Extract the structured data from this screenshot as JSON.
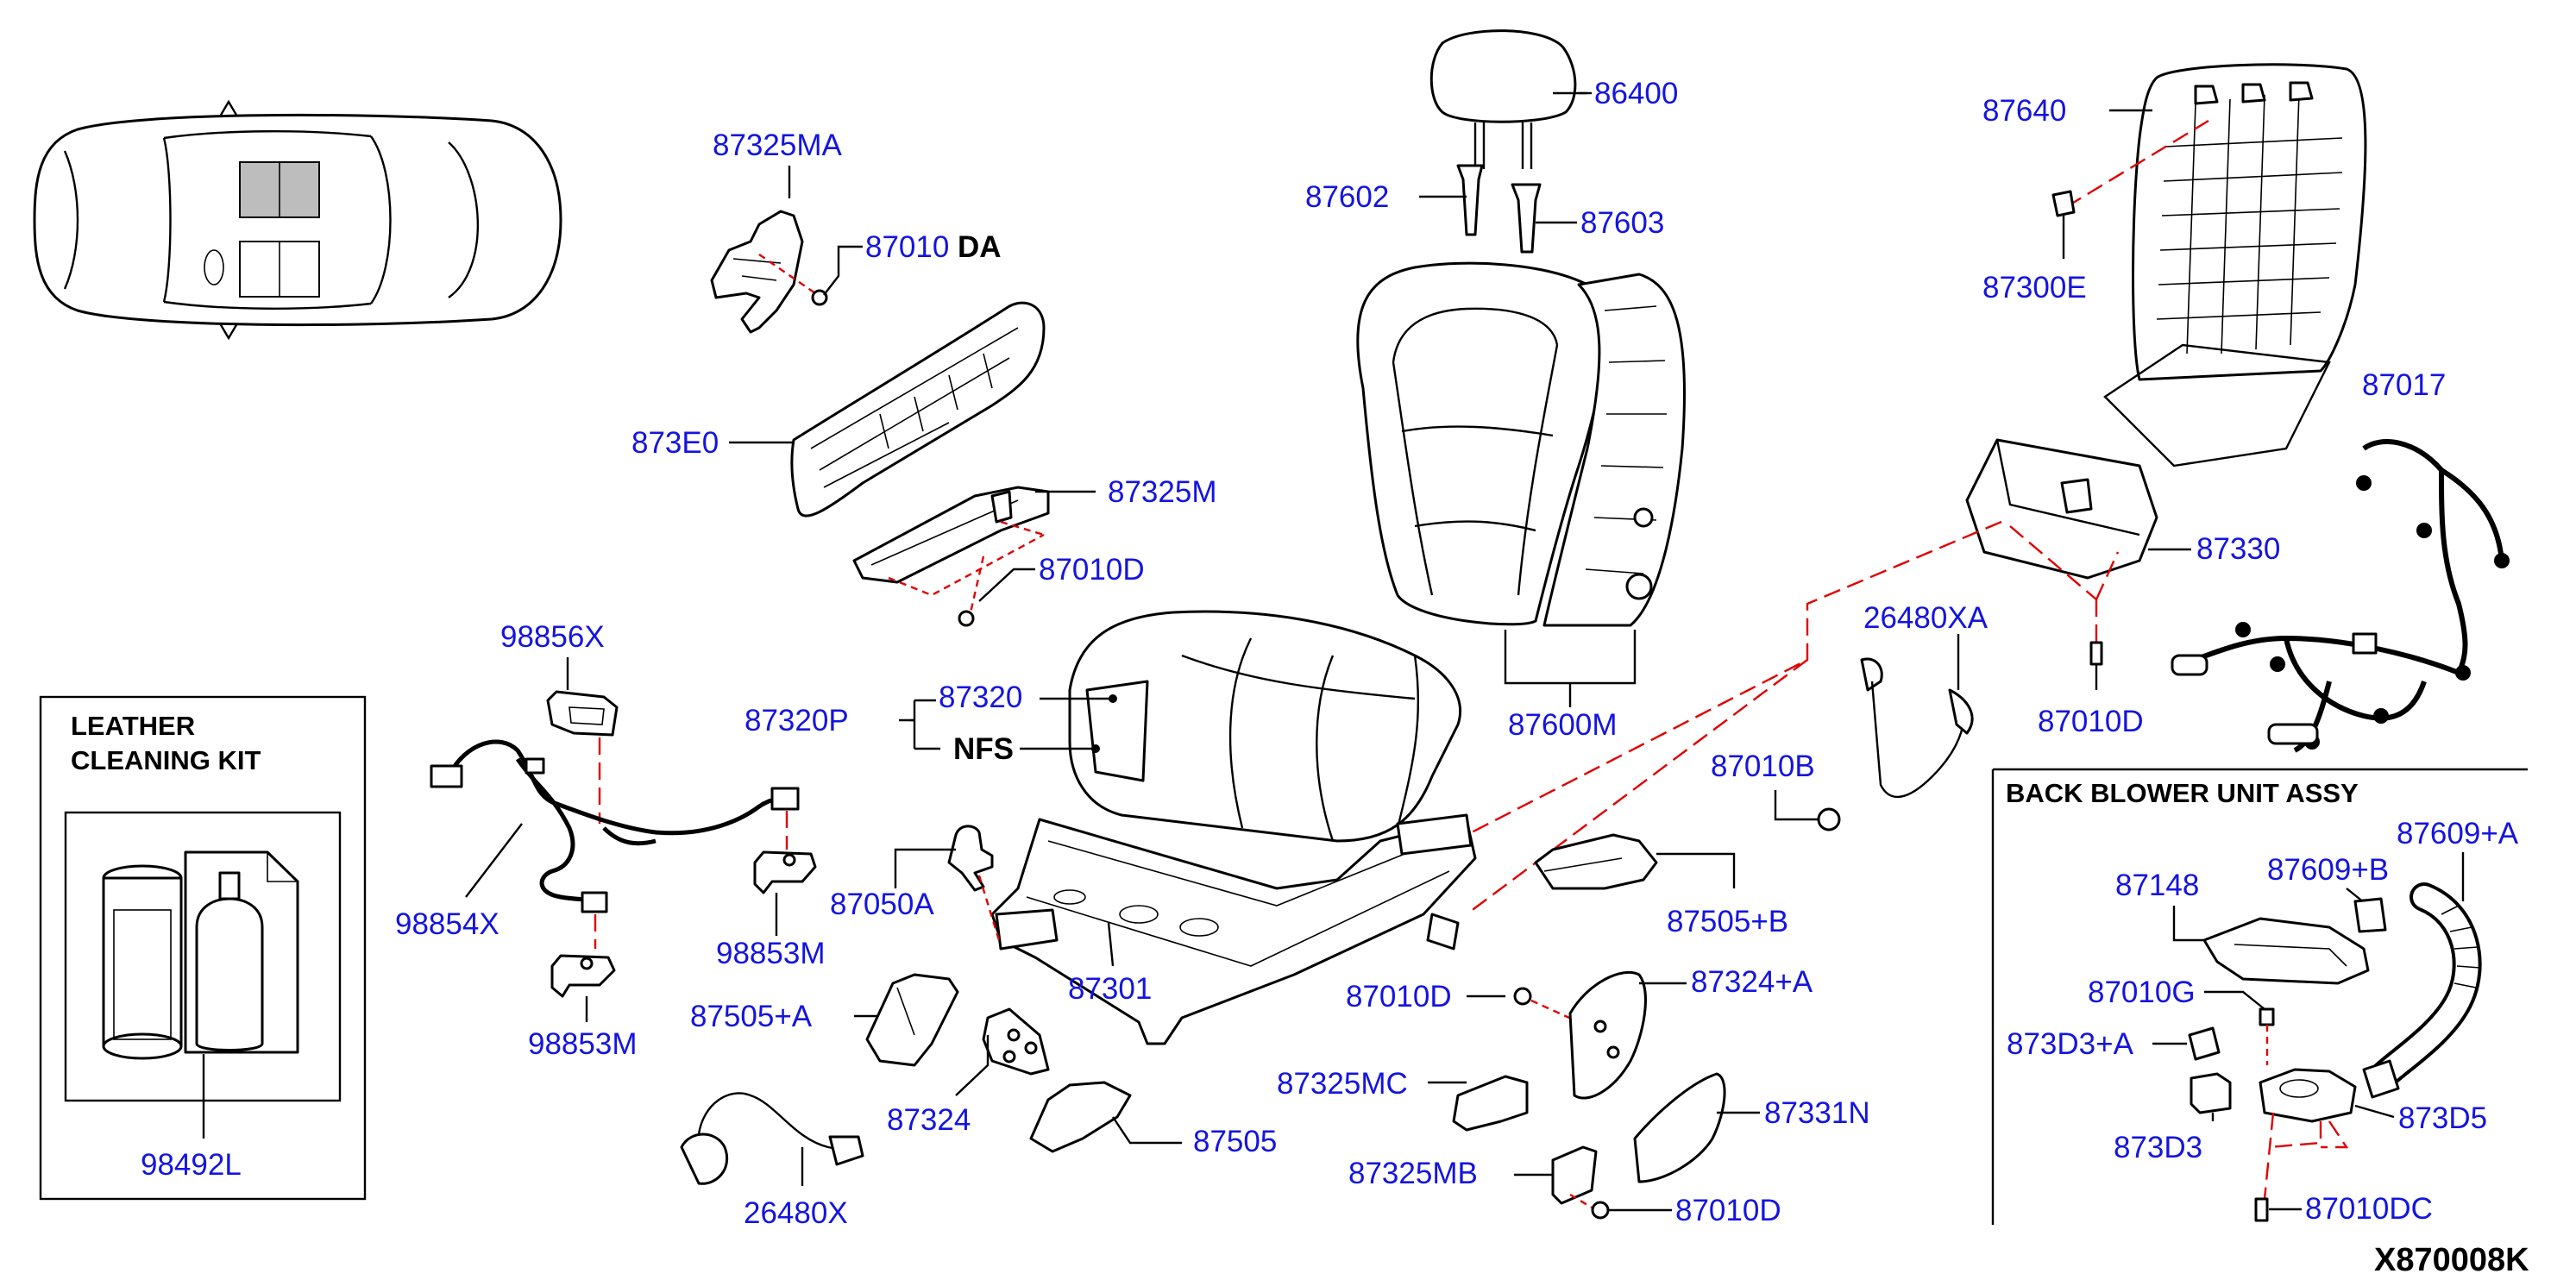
{
  "diagram": {
    "reference_code": "X870008K",
    "labels": {
      "p87325MA": "87325MA",
      "p87010DA_num": "87010",
      "p87010DA_suffix": "DA",
      "p873E0": "873E0",
      "p87325M": "87325M",
      "p87010D_a": "87010D",
      "p86400": "86400",
      "p87602": "87602",
      "p87603": "87603",
      "p87600M": "87600M",
      "p87640": "87640",
      "p87300E": "87300E",
      "p87017": "87017",
      "p87330": "87330",
      "p87010D_b": "87010D",
      "p26480XA": "26480XA",
      "p87010B": "87010B",
      "p98856X": "98856X",
      "p98854X": "98854X",
      "p98853M_a": "98853M",
      "p98853M_b": "98853M",
      "p87320P": "87320P",
      "p87320": "87320",
      "pNFS": "NFS",
      "p87050A": "87050A",
      "p87301": "87301",
      "p87505A": "87505+A",
      "p87324": "87324",
      "p87505": "87505",
      "p26480X": "26480X",
      "p98492L": "98492L",
      "p87505B": "87505+B",
      "p87010D_c": "87010D",
      "p87324A": "87324+A",
      "p87325MC": "87325MC",
      "p87331N": "87331N",
      "p87325MB": "87325MB",
      "p87010D_d": "87010D",
      "p87148": "87148",
      "p87609B": "87609+B",
      "p87609A": "87609+A",
      "p87010G": "87010G",
      "p873D3A": "873D3+A",
      "p873D3": "873D3",
      "p873D5": "873D5",
      "p87010DC": "87010DC"
    },
    "boxes": {
      "leather_kit_title_line1": "LEATHER",
      "leather_kit_title_line2": "CLEANING KIT",
      "blower_title": "BACK BLOWER UNIT ASSY"
    }
  }
}
